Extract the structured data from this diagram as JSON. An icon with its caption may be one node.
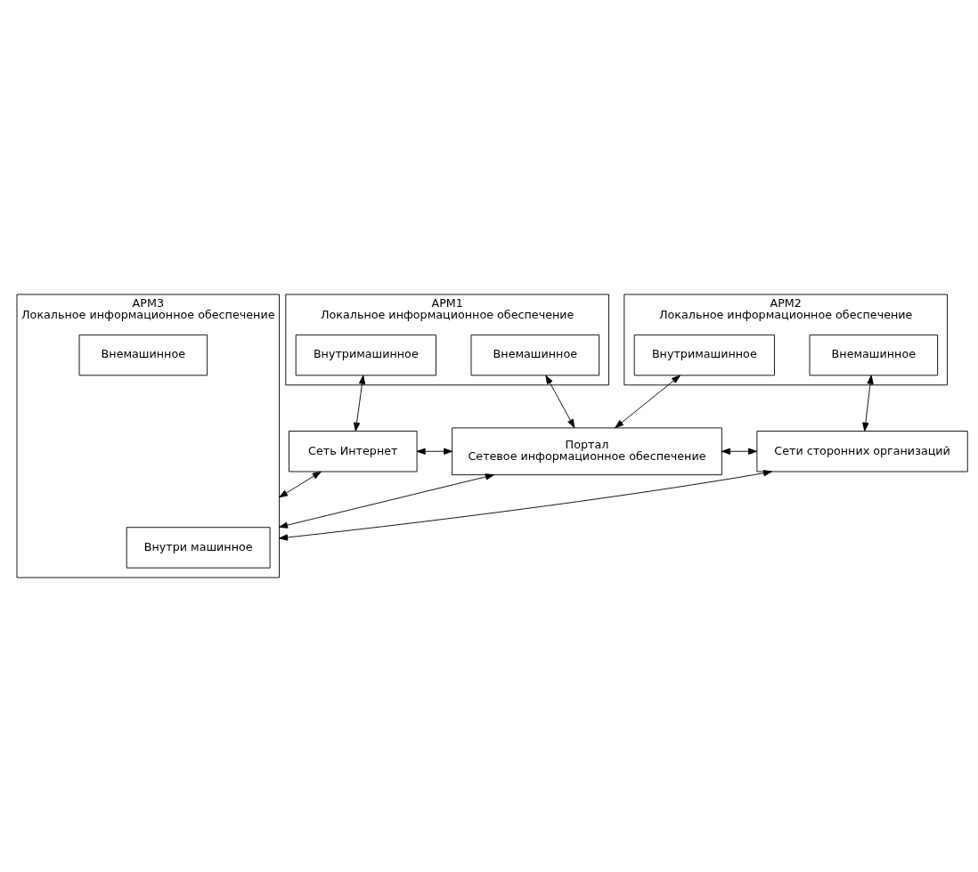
{
  "diagram": {
    "nodes": [
      {
        "text": [
          "АРМ1",
          "Локальное информационное обеспечение"
        ]
      },
      {
        "text": [
          "Внутримашинное"
        ],
        "in": 0
      },
      {
        "text": [
          "Внемашинное"
        ],
        "in": 0
      },
      {
        "text": [
          "АРМ2",
          "Локальное информационное обеспечение"
        ]
      },
      {
        "text": [
          "Внутримашинное"
        ],
        "in": 3
      },
      {
        "text": [
          "Внемашинное"
        ],
        "in": 3
      },
      {
        "text": [
          "Сеть Интернет"
        ]
      },
      {
        "text": [
          "Портал",
          "Сетевое информационное обеспечение"
        ]
      },
      {
        "text": [
          "Сети сторонних организаций"
        ]
      },
      {
        "text": [
          "АРМ3",
          "Локальное информационное обеспечение"
        ]
      },
      {
        "text": [
          "Внутри машинное"
        ],
        "in": 9
      },
      {
        "text": [
          "Внемашинное"
        ],
        "in": 9
      }
    ],
    "edges": [
      {
        "from": 1,
        "to": 6,
        "arrow": "both"
      },
      {
        "from": 2,
        "to": 7,
        "arrow": "both"
      },
      {
        "from": 4,
        "to": 7,
        "arrow": "both"
      },
      {
        "from": 5,
        "to": 8,
        "arrow": "both"
      },
      {
        "from": 6,
        "to": 7,
        "arrow": "both"
      },
      {
        "from": 7,
        "to": 8,
        "arrow": "both"
      },
      {
        "from": 6,
        "to": 9,
        "arrow": "both"
      },
      {
        "from": 7,
        "to": 9,
        "arrow": "both"
      },
      {
        "from": 8,
        "to": 9,
        "arrow": "both"
      }
    ]
  }
}
